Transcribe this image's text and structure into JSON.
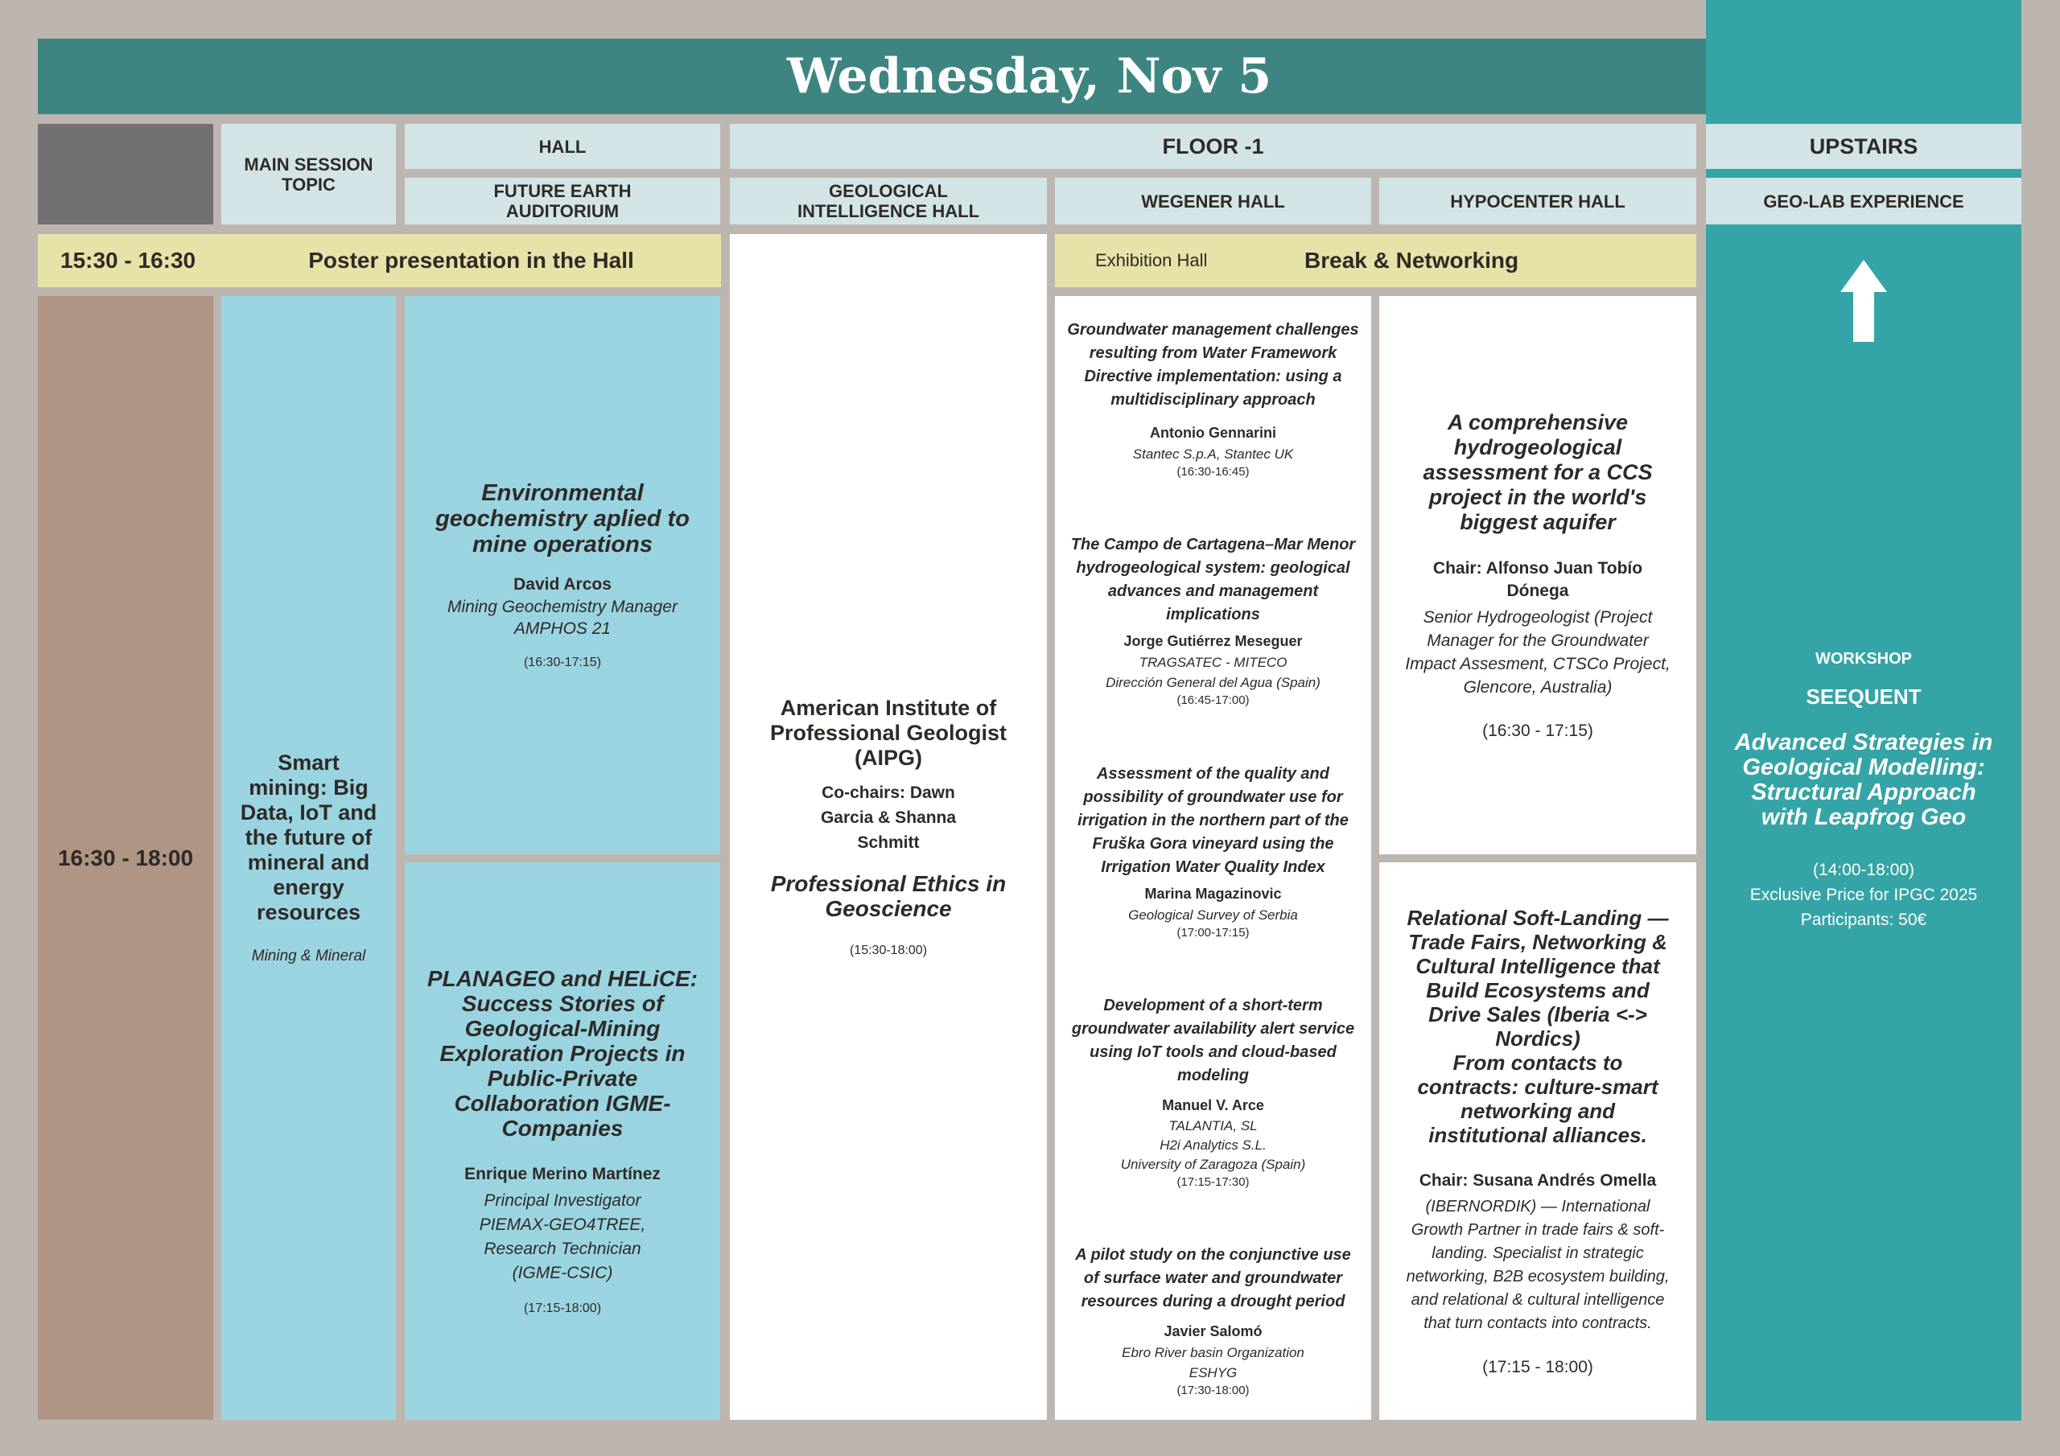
{
  "title": "Wednesday, Nov 5",
  "headers": {
    "main_session_topic": "MAIN SESSION TOPIC",
    "hall": "HALL",
    "future_earth": "FUTURE EARTH AUDITORIUM",
    "floor_minus1": "FLOOR -1",
    "geological_intelligence": "GEOLOGICAL INTELLIGENCE HALL",
    "wegener": "WEGENER HALL",
    "hypocenter": "HYPOCENTER HALL",
    "upstairs": "UPSTAIRS",
    "geolab": "GEO-LAB EXPERIENCE"
  },
  "row1": {
    "time": "15:30 - 16:30",
    "poster": "Poster presentation in the Hall",
    "exhibition": "Exhibition Hall",
    "break": "Break & Networking"
  },
  "row2": {
    "time": "16:30 - 18:00",
    "topic": {
      "title": "Smart mining: Big Data, IoT and the future of mineral and energy resources",
      "category": "Mining & Mineral"
    },
    "future_earth": [
      {
        "title": "Environmental geochemistry aplied to mine operations",
        "speaker": "David Arcos",
        "lines": [
          "Mining Geochemistry Manager",
          "AMPHOS 21"
        ],
        "time": "(16:30-17:15)"
      },
      {
        "title": "PLANAGEO and HELiCE: Success Stories of Geological-Mining Exploration Projects in Public-Private Collaboration IGME-Companies",
        "speaker": "Enrique Merino Martínez",
        "lines": [
          "Principal Investigator",
          "PIEMAX-GEO4TREE,",
          "Research Technician",
          "(IGME-CSIC)"
        ],
        "time": "(17:15-18:00)"
      }
    ],
    "geological_intelligence": {
      "org": "American Institute of Professional Geologist (AIPG)",
      "cochairs": "Co-chairs: Dawn Garcia & Shanna Schmitt",
      "title": "Professional Ethics in Geoscience",
      "time": "(15:30-18:00)"
    },
    "wegener": [
      {
        "title": "Groundwater management challenges resulting from Water Framework Directive implementation: using a multidisciplinary approach",
        "speaker": "Antonio Gennarini",
        "lines": [
          "Stantec S.p.A, Stantec UK"
        ],
        "time": "(16:30-16:45)"
      },
      {
        "title": "The Campo de Cartagena–Mar Menor hydrogeological system: geological advances and management implications",
        "speaker": "Jorge Gutiérrez Meseguer",
        "lines": [
          "TRAGSATEC - MITECO",
          "Dirección General del Agua (Spain)"
        ],
        "time": "(16:45-17:00)"
      },
      {
        "title": "Assessment of the quality and possibility of groundwater use for irrigation in the northern part of the Fruška Gora vineyard using the Irrigation Water Quality Index",
        "speaker": "Marina Magazinovic",
        "lines": [
          "Geological Survey of Serbia"
        ],
        "time": "(17:00-17:15)"
      },
      {
        "title": "Development of a short-term groundwater availability alert service using IoT tools and cloud-based modeling",
        "speaker": "Manuel V. Arce",
        "lines": [
          "TALANTIA, SL",
          "H2i Analytics S.L.",
          "University of Zaragoza (Spain)"
        ],
        "time": "(17:15-17:30)"
      },
      {
        "title": "A pilot study on the conjunctive use of surface water and groundwater resources during a drought period",
        "speaker": "Javier Salomó",
        "lines": [
          "Ebro River basin Organization",
          "ESHYG"
        ],
        "time": "(17:30-18:00)"
      }
    ],
    "hypocenter": [
      {
        "title": "A comprehensive hydrogeological assessment for a CCS project in the world's biggest aquifer",
        "chair": "Chair: Alfonso Juan Tobío Dónega",
        "desc": "Senior Hydrogeologist (Project Manager for the Groundwater Impact Assesment, CTSCo Project, Glencore, Australia)",
        "time": "(16:30 - 17:15)"
      },
      {
        "title": "Relational Soft-Landing — Trade Fairs, Networking & Cultural Intelligence that Build Ecosystems and Drive Sales (Iberia <-> Nordics)",
        "subtitle": "From contacts to contracts: culture-smart networking and institutional alliances.",
        "chair": "Chair: Susana Andrés Omella",
        "desc": "(IBERNORDIK) — International Growth Partner in trade fairs & soft-landing. Specialist in strategic networking, B2B ecosystem building, and relational & cultural intelligence that turn contacts into contracts.",
        "time": "(17:15 - 18:00)"
      }
    ],
    "geolab": {
      "label": "WORKSHOP",
      "company": "SEEQUENT",
      "title": "Advanced Strategies in Geological Modelling: Structural Approach with Leapfrog Geo",
      "time": "(14:00-18:00)",
      "price_line1": "Exclusive Price for IPGC 2025",
      "price_line2": "Participants: 50€"
    }
  },
  "colors": {
    "background": "#bdb6b0",
    "title_bar": "#3e8582",
    "header_cells": "#d3e4e6",
    "highlight_yellow": "#e6e2a8",
    "session_blue": "#9bd4e1",
    "workshop_teal": "#35a4a6",
    "time_brown": "#b09484",
    "corner_grey": "#727071"
  },
  "icons": {
    "geolab_arrow": "arrow-up-icon"
  }
}
